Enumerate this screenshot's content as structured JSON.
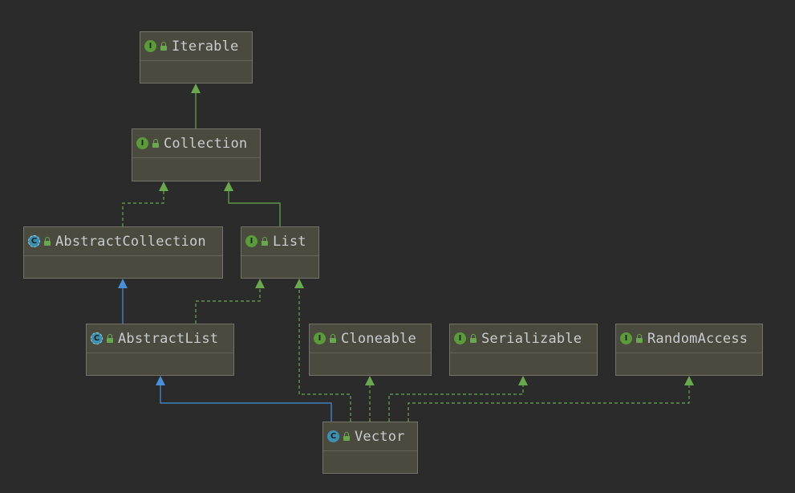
{
  "colors": {
    "background": "#2b2b2b",
    "interface_edge": "#6aa84f",
    "extends_edge": "#4a90d9",
    "node_fill": "#4b4a3f"
  },
  "nodes": [
    {
      "id": "Iterable",
      "label": "Iterable",
      "kind": "interface",
      "icon": "interface-icon"
    },
    {
      "id": "Collection",
      "label": "Collection",
      "kind": "interface",
      "icon": "interface-icon"
    },
    {
      "id": "AbstractCollection",
      "label": "AbstractCollection",
      "kind": "abstract-class",
      "icon": "abstract-class-icon"
    },
    {
      "id": "List",
      "label": "List",
      "kind": "interface",
      "icon": "interface-icon"
    },
    {
      "id": "AbstractList",
      "label": "AbstractList",
      "kind": "abstract-class",
      "icon": "abstract-class-icon"
    },
    {
      "id": "Cloneable",
      "label": "Cloneable",
      "kind": "interface",
      "icon": "interface-icon"
    },
    {
      "id": "Serializable",
      "label": "Serializable",
      "kind": "interface",
      "icon": "interface-icon"
    },
    {
      "id": "RandomAccess",
      "label": "RandomAccess",
      "kind": "interface",
      "icon": "interface-icon"
    },
    {
      "id": "Vector",
      "label": "Vector",
      "kind": "class",
      "icon": "class-icon"
    }
  ],
  "edges": [
    {
      "from": "Collection",
      "to": "Iterable",
      "type": "extends-interface",
      "style": "solid"
    },
    {
      "from": "AbstractCollection",
      "to": "Collection",
      "type": "implements",
      "style": "dashed"
    },
    {
      "from": "List",
      "to": "Collection",
      "type": "extends-interface",
      "style": "solid"
    },
    {
      "from": "AbstractList",
      "to": "AbstractCollection",
      "type": "extends",
      "style": "solid"
    },
    {
      "from": "AbstractList",
      "to": "List",
      "type": "implements",
      "style": "dashed"
    },
    {
      "from": "Vector",
      "to": "AbstractList",
      "type": "extends",
      "style": "solid"
    },
    {
      "from": "Vector",
      "to": "List",
      "type": "implements",
      "style": "dashed"
    },
    {
      "from": "Vector",
      "to": "Cloneable",
      "type": "implements",
      "style": "dashed"
    },
    {
      "from": "Vector",
      "to": "Serializable",
      "type": "implements",
      "style": "dashed"
    },
    {
      "from": "Vector",
      "to": "RandomAccess",
      "type": "implements",
      "style": "dashed"
    }
  ]
}
